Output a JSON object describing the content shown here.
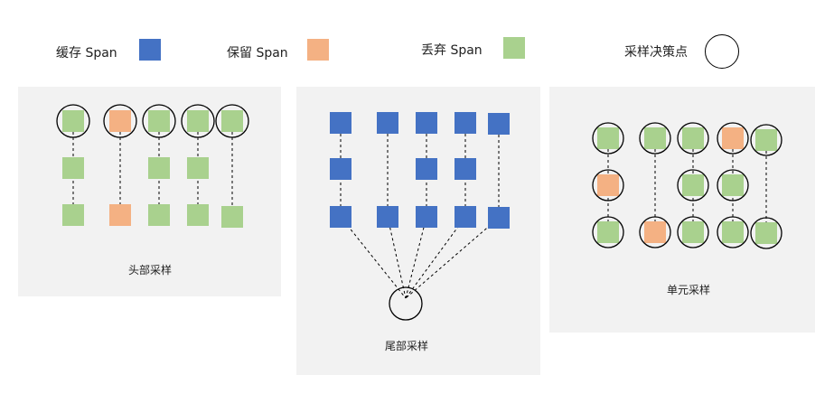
{
  "legend": {
    "cached_label": "缓存 Span",
    "kept_label": "保留 Span",
    "dropped_label": "丢弃 Span",
    "decision_label": "采样决策点"
  },
  "colors": {
    "cached": "#4472c4",
    "kept": "#f4b183",
    "dropped": "#a9d18e",
    "panel": "#f2f2f2"
  },
  "panels": {
    "head": {
      "caption": "头部采样"
    },
    "tail": {
      "caption": "尾部采样"
    },
    "unit": {
      "caption": "单元采样"
    }
  }
}
